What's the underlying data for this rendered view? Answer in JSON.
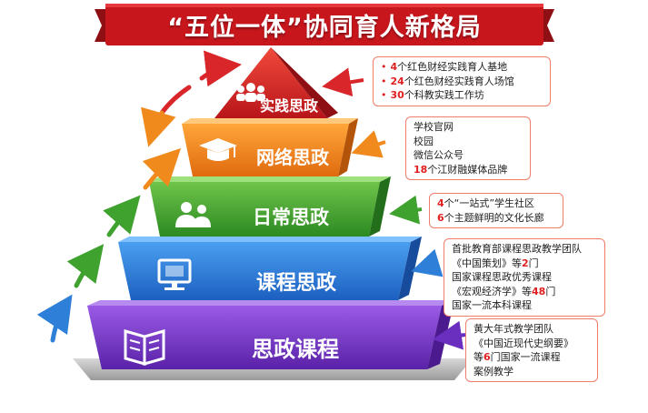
{
  "title": "“五位一体”协同育人新格局",
  "tiers": [
    {
      "label": "实践思政",
      "icon": "people-group-icon",
      "color": "#d8262a"
    },
    {
      "label": "网络思政",
      "icon": "graduation-cap-icon",
      "color": "#f08a1c"
    },
    {
      "label": "日常思政",
      "icon": "users-icon",
      "color": "#3fa22f"
    },
    {
      "label": "课程思政",
      "icon": "computer-monitor-icon",
      "color": "#2e7fd8"
    },
    {
      "label": "思政课程",
      "icon": "open-book-icon",
      "color": "#6b2fc0"
    }
  ],
  "info": {
    "practice": [
      {
        "num": "4",
        "text": "个红色财经实践育人基地"
      },
      {
        "num": "24",
        "text": "个红色财经实践育人场馆"
      },
      {
        "num": "30",
        "text": "个科教实践工作坊"
      }
    ],
    "network": [
      {
        "num": "",
        "text": "学校官网"
      },
      {
        "num": "",
        "text": "校园"
      },
      {
        "num": "",
        "text": "微信公众号"
      },
      {
        "num": "18",
        "text": "个江财融媒体品牌"
      }
    ],
    "daily": [
      {
        "num": "4",
        "text": "个“一站式”学生社区"
      },
      {
        "num": "6",
        "text": "个主题鲜明的文化长廊"
      }
    ],
    "course": [
      {
        "pre": "首批教育部课程思政教学团队",
        "num": "",
        "post": ""
      },
      {
        "pre": "《中国策划》等",
        "num": "2",
        "post": "门"
      },
      {
        "pre": "国家课程思政优秀课程",
        "num": "",
        "post": ""
      },
      {
        "pre": "《宏观经济学》等",
        "num": "48",
        "post": "门"
      },
      {
        "pre": "国家一流本科课程",
        "num": "",
        "post": ""
      }
    ],
    "ideology": [
      {
        "pre": "黄大年式教学团队",
        "num": "",
        "post": ""
      },
      {
        "pre": "《中国近现代史纲要》",
        "num": "",
        "post": ""
      },
      {
        "pre": "等",
        "num": "6",
        "post": "门国家一流课程"
      },
      {
        "pre": "案例教学",
        "num": "",
        "post": ""
      }
    ]
  },
  "colors": {
    "banner": "#c8161d",
    "box_border": "#ee7d6a",
    "highlight": "#e02020"
  }
}
